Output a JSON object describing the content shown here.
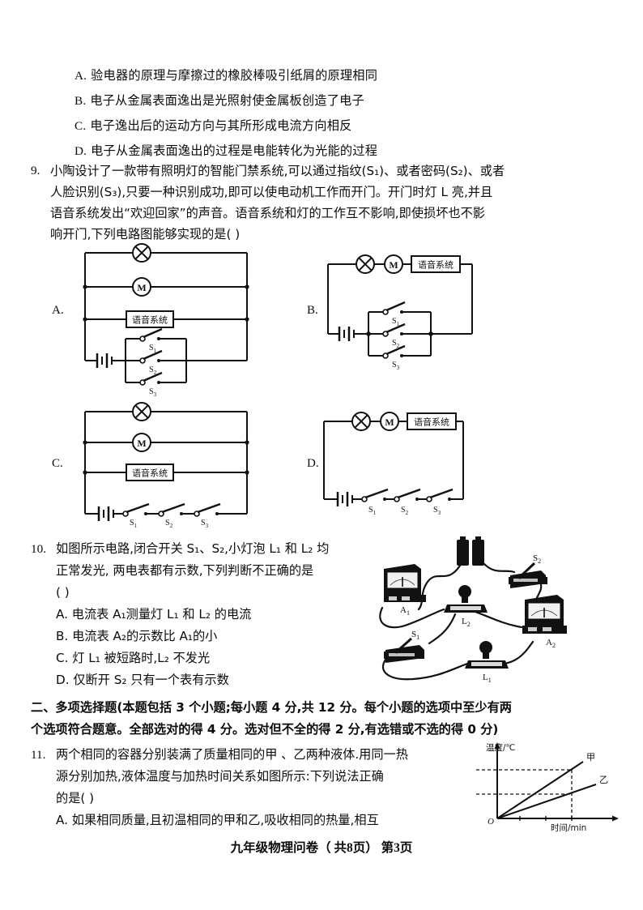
{
  "document": {
    "footer": "九年级物理问卷（ 共8页） 第3页"
  },
  "question8_options": [
    {
      "label": "A.",
      "text": "验电器的原理与摩擦过的橡胶棒吸引纸屑的原理相同"
    },
    {
      "label": "B.",
      "text": "电子从金属表面逸出是光照射使金属板创造了电子"
    },
    {
      "label": "C.",
      "text": "电子逸出后的运动方向与其所形成电流方向相反"
    },
    {
      "label": "D.",
      "text": "电子从金属表面逸出的过程是电能转化为光能的过程"
    }
  ],
  "question9": {
    "number": "9.",
    "lines": [
      "小陶设计了一款带有照明灯的智能门禁系统,可以通过指纹(S₁)、或者密码(S₂)、或者",
      "人脸识别(S₃),只要一种识别成功,即可以使电动机工作而开门。开门时灯 L 亮,并且",
      "语音系统发出“欢迎回家”的声音。语音系统和灯的工作互不影响,即使损坏也不影",
      "响开门,下列电路图能够实现的是(        )"
    ],
    "figures": [
      {
        "letter": "A.",
        "lamp_label": "lamp-icon",
        "motor_label": "M",
        "voice_box": "语音系统",
        "switches": [
          "S₁",
          "S₂",
          "S₃"
        ],
        "switch_arrangement": "parallel",
        "branch_arrangement": "lamp, motor and voice-system in parallel"
      },
      {
        "letter": "B.",
        "lamp_label": "lamp-icon",
        "motor_label": "M",
        "voice_box": "语音系统",
        "switches": [
          "S₁",
          "S₂",
          "S₃"
        ],
        "switch_arrangement": "parallel",
        "branch_arrangement": "lamp, motor and voice-system in series"
      },
      {
        "letter": "C.",
        "lamp_label": "lamp-icon",
        "motor_label": "M",
        "voice_box": "语音系统",
        "switches": [
          "S₁",
          "S₂",
          "S₃"
        ],
        "switch_arrangement": "series",
        "branch_arrangement": "lamp, motor and voice-system in parallel"
      },
      {
        "letter": "D.",
        "lamp_label": "lamp-icon",
        "motor_label": "M",
        "voice_box": "语音系统",
        "switches": [
          "S₁",
          "S₂",
          "S₃"
        ],
        "switch_arrangement": "series",
        "branch_arrangement": "lamp, motor and voice-system in series"
      }
    ]
  },
  "question10": {
    "number": "10.",
    "lines": [
      "如图所示电路,闭合开关 S₁、S₂,小灯泡 L₁ 和 L₂ 均",
      "正常发光, 两电表都有示数,下列判断不正确的是",
      "(       )"
    ],
    "options": [
      "A. 电流表 A₁测量灯 L₁ 和 L₂ 的电流",
      "B. 电流表 A₂的示数比 A₁的小",
      "C. 灯 L₁ 被短路时,L₂ 不发光",
      "D. 仅断开 S₂ 只有一个表有示数"
    ],
    "figure_labels": {
      "ammeter1": "A₁",
      "ammeter2": "A₂",
      "lamp1": "L₁",
      "lamp2": "L₂",
      "switch1": "S₁",
      "switch2": "S₂"
    }
  },
  "section2": {
    "lines": [
      "二、多项选择题(本题包括 3 个小题;每小题 4 分,共 12 分。每个小题的选项中至少有两",
      "个选项符合题意。全部选对的得 4 分。选对但不全的得 2 分,有选错或不选的得 0 分)"
    ]
  },
  "question11": {
    "number": "11.",
    "lines": [
      "两个相同的容器分别装满了质量相同的甲 、乙两种液体.用同一热",
      "源分别加热,液体温度与加热时间关系如图所示:下列说法正确",
      "的是(      )"
    ],
    "options": [
      "A. 如果相同质量,且初温相同的甲和乙,吸收相同的热量,相互"
    ]
  },
  "chart_data": {
    "type": "line",
    "title": "",
    "xlabel": "时间/min",
    "ylabel": "温度/℃",
    "origin_label": "O",
    "grid": false,
    "dashed_guides": true,
    "series": [
      {
        "name": "甲",
        "x": [
          0,
          4
        ],
        "y": [
          0,
          8
        ]
      },
      {
        "name": "乙",
        "x": [
          0,
          5
        ],
        "y": [
          0,
          5
        ]
      }
    ],
    "xlim": [
      0,
      6
    ],
    "ylim": [
      0,
      10
    ],
    "annotations": [
      "甲",
      "乙"
    ]
  }
}
